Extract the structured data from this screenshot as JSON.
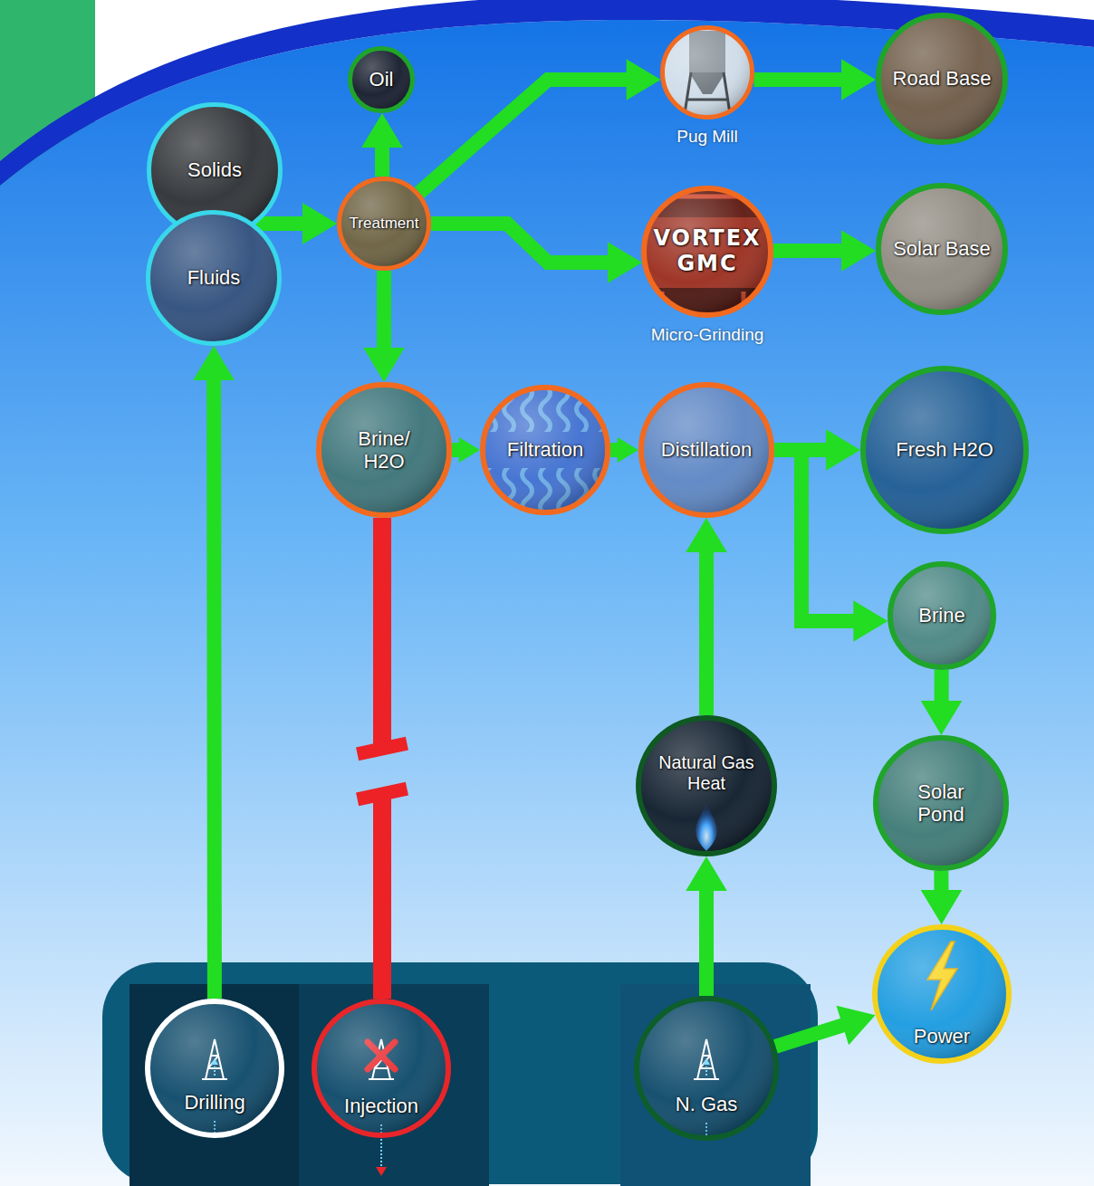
{
  "diagram": {
    "nodes": [
      {
        "text": [
          "Oil"
        ]
      },
      {
        "text": [
          "Pug Mill"
        ]
      },
      {
        "text": [
          "Road Base"
        ]
      },
      {
        "text": [
          "Solids"
        ]
      },
      {
        "text": [
          "Fluids"
        ]
      },
      {
        "text": [
          "Treatment"
        ]
      },
      {
        "text": [
          "VORTEX GMC",
          "Micro-Grinding"
        ]
      },
      {
        "text": [
          "Solar Base"
        ]
      },
      {
        "text": [
          "Brine/ H2O"
        ]
      },
      {
        "text": [
          "Filtration"
        ]
      },
      {
        "text": [
          "Distillation"
        ]
      },
      {
        "text": [
          "Fresh H2O"
        ]
      },
      {
        "text": [
          "Brine"
        ]
      },
      {
        "text": [
          "Natural Gas Heat"
        ]
      },
      {
        "text": [
          "Solar Pond"
        ]
      },
      {
        "text": [
          "Power"
        ]
      },
      {
        "text": [
          "Drilling"
        ]
      },
      {
        "text": [
          "Injection"
        ]
      },
      {
        "text": [
          "N. Gas"
        ]
      }
    ],
    "edges": [
      {
        "from": 16,
        "to": 4,
        "arrow": "to"
      },
      {
        "from": 3,
        "to": 5,
        "arrow": "to"
      },
      {
        "from": 4,
        "to": 5,
        "arrow": "to"
      },
      {
        "from": 5,
        "to": 0,
        "arrow": "to"
      },
      {
        "from": 5,
        "to": 1,
        "arrow": "to"
      },
      {
        "from": 1,
        "to": 2,
        "arrow": "to"
      },
      {
        "from": 5,
        "to": 6,
        "arrow": "to"
      },
      {
        "from": 6,
        "to": 7,
        "arrow": "to"
      },
      {
        "from": 5,
        "to": 8,
        "arrow": "to"
      },
      {
        "from": 8,
        "to": 17,
        "arrow": "none"
      },
      {
        "from": 8,
        "to": 9,
        "arrow": "to"
      },
      {
        "from": 9,
        "to": 10,
        "arrow": "to"
      },
      {
        "from": 10,
        "to": 11,
        "arrow": "to"
      },
      {
        "from": 10,
        "to": 12,
        "arrow": "to"
      },
      {
        "from": 12,
        "to": 14,
        "arrow": "to"
      },
      {
        "from": 14,
        "to": 15,
        "arrow": "to"
      },
      {
        "from": 18,
        "to": 13,
        "arrow": "to"
      },
      {
        "from": 13,
        "to": 10,
        "arrow": "to"
      },
      {
        "from": 18,
        "to": 15,
        "arrow": "to"
      }
    ]
  }
}
